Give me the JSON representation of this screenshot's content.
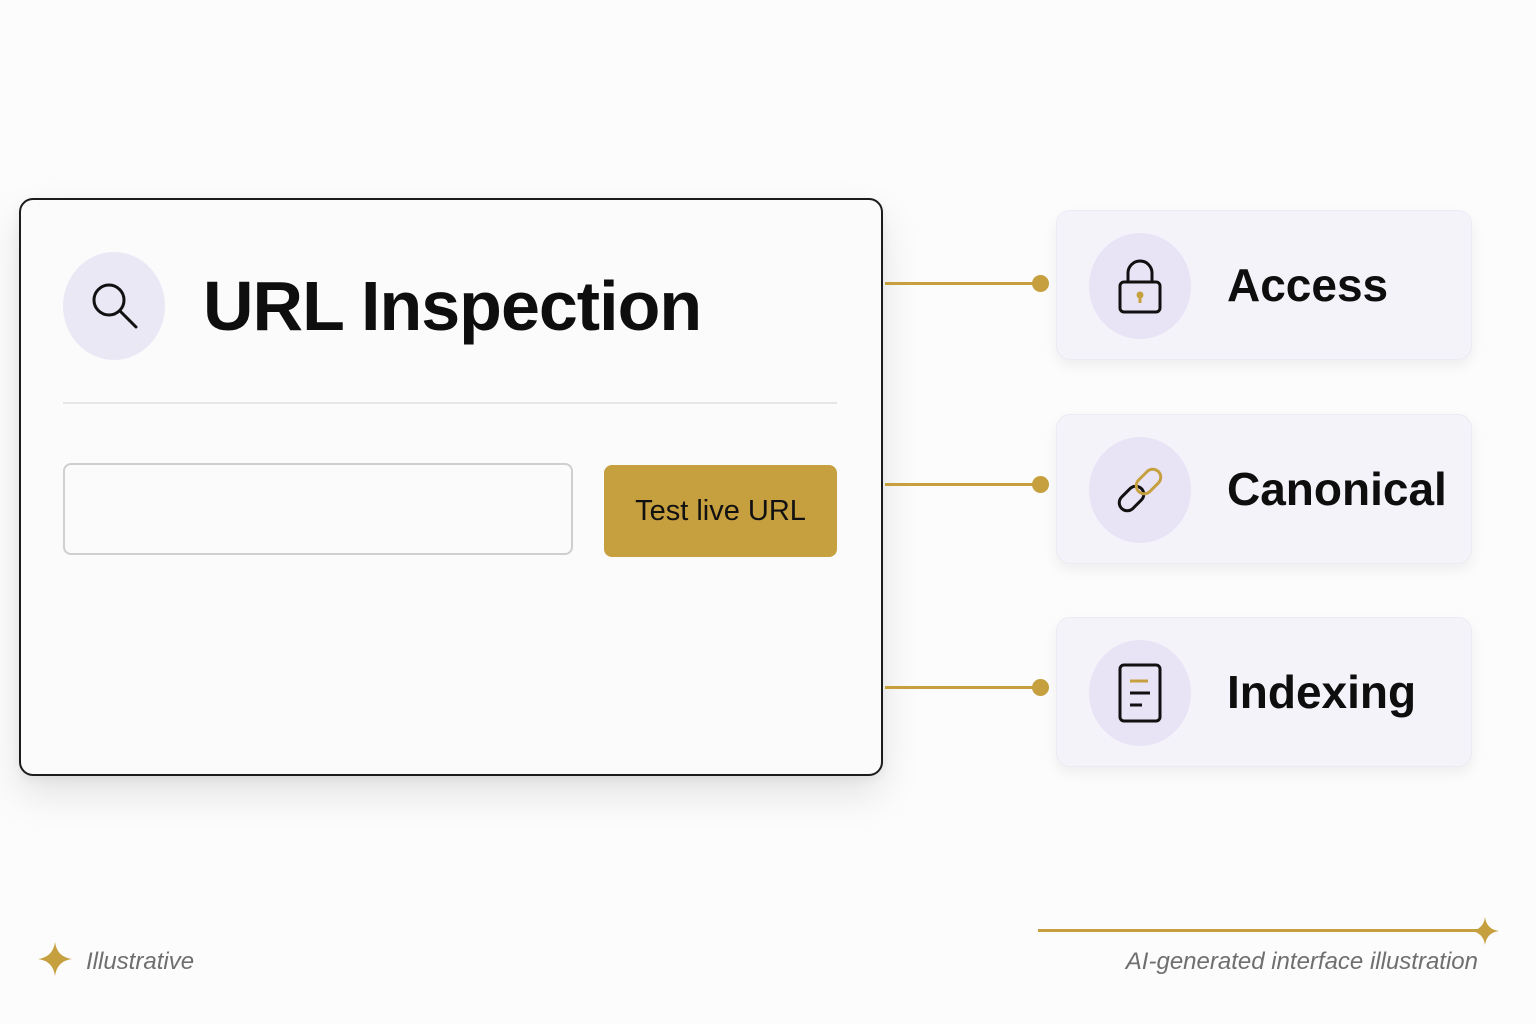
{
  "colors": {
    "accent": "#c6a03f",
    "icon_circle": "#ebe8f6",
    "card_background": "#f5f3fa",
    "footer_text": "#6f6f6f"
  },
  "inspection_panel": {
    "title": "URL Inspection",
    "title_icon": "search-icon",
    "url_input": {
      "value": "",
      "placeholder": ""
    },
    "test_button_label": "Test live URL"
  },
  "feature_cards": [
    {
      "label": "Access",
      "icon": "lock-icon"
    },
    {
      "label": "Canonical",
      "icon": "link-icon"
    },
    {
      "label": "Indexing",
      "icon": "document-icon"
    }
  ],
  "footer": {
    "left_label": "Illustrative",
    "left_icon": "sparkle-icon",
    "right_label": "AI-generated interface illustration",
    "right_icon": "sparkle-icon"
  }
}
